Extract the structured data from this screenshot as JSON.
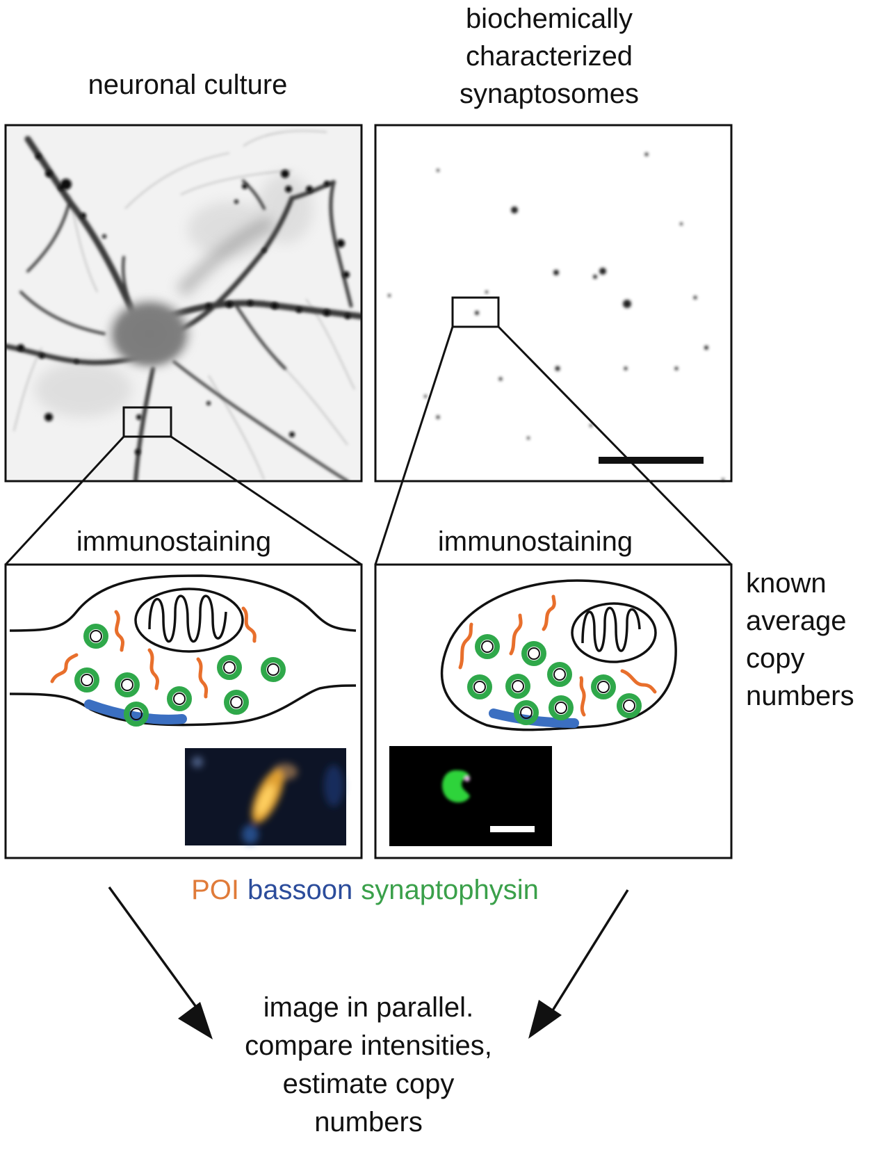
{
  "labels": {
    "neuronal_culture": "neuronal culture",
    "synaptosomes": [
      "biochemically",
      "characterized",
      "synaptosomes"
    ],
    "immunostaining_left": "immunostaining",
    "immunostaining_right": "immunostaining",
    "known_copy": [
      "known",
      "average",
      "copy",
      "numbers"
    ],
    "conclusion": [
      "image in parallel.",
      "compare intensities,",
      "estimate copy",
      "numbers"
    ]
  },
  "legend": [
    {
      "text": "POI",
      "color": "#e07b39"
    },
    {
      "text": "bassoon",
      "color": "#2b4c9b"
    },
    {
      "text": "synaptophysin",
      "color": "#3aa04a"
    }
  ],
  "colors": {
    "poi": "#e86f2c",
    "bassoon": "#3b6fc1",
    "synaptophysin": "#2fa84a",
    "outline": "#111111"
  }
}
